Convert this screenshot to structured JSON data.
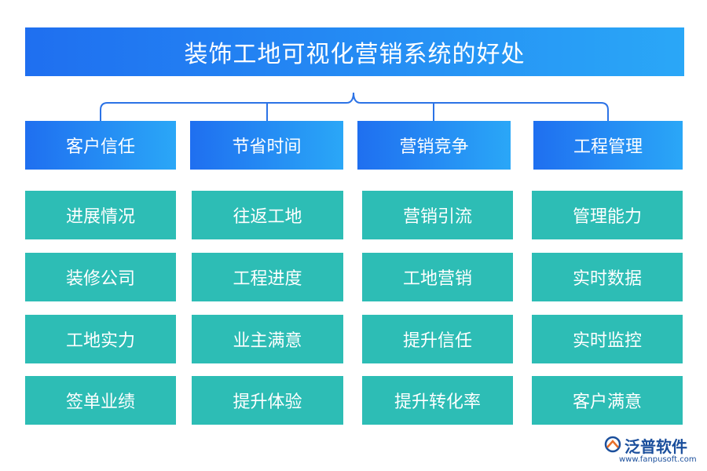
{
  "title": "装饰工地可视化营销系统的好处",
  "categories": [
    {
      "label": "客户信任",
      "items": [
        "进展情况",
        "装修公司",
        "工地实力",
        "签单业绩"
      ]
    },
    {
      "label": "节省时间",
      "items": [
        "往返工地",
        "工程进度",
        "业主满意",
        "提升体验"
      ]
    },
    {
      "label": "营销竞争",
      "items": [
        "营销引流",
        "工地营销",
        "提升信任",
        "提升转化率"
      ]
    },
    {
      "label": "工程管理",
      "items": [
        "管理能力",
        "实时数据",
        "实时监控",
        "客户满意"
      ]
    }
  ],
  "logo": {
    "name": "泛普软件",
    "url": "www.fanpusoft.com"
  },
  "colors": {
    "header_gradient_start": "#1f6ff0",
    "header_gradient_end": "#2aa7f7",
    "item_fill": "#2dbdb5",
    "connector": "#2c73e6",
    "logo_text": "#1b4f9c"
  }
}
